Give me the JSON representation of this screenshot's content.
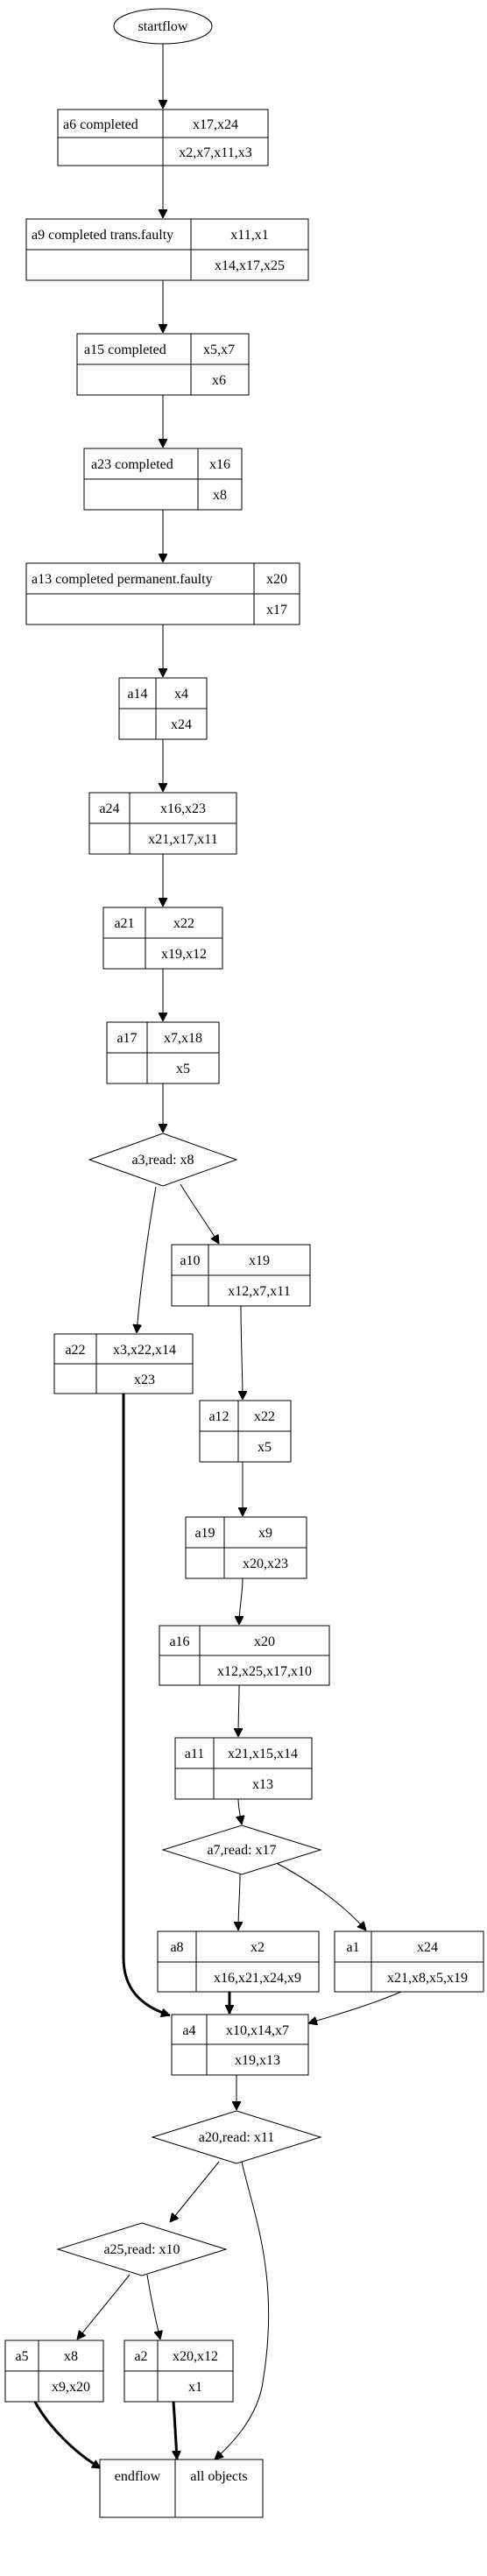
{
  "start": {
    "label": "startflow"
  },
  "nodes": {
    "a6": {
      "name": "a6 completed",
      "top": "x17,x24",
      "bottom": "x2,x7,x11,x3"
    },
    "a9": {
      "name": "a9 completed trans.faulty",
      "top": "x11,x1",
      "bottom": "x14,x17,x25"
    },
    "a15": {
      "name": "a15 completed",
      "top": "x5,x7",
      "bottom": "x6"
    },
    "a23": {
      "name": "a23 completed",
      "top": "x16",
      "bottom": "x8"
    },
    "a13": {
      "name": "a13 completed permanent.faulty",
      "top": "x20",
      "bottom": "x17"
    },
    "a14": {
      "name": "a14",
      "top": "x4",
      "bottom": "x24"
    },
    "a24": {
      "name": "a24",
      "top": "x16,x23",
      "bottom": "x21,x17,x11"
    },
    "a21": {
      "name": "a21",
      "top": "x22",
      "bottom": "x19,x12"
    },
    "a17": {
      "name": "a17",
      "top": "x7,x18",
      "bottom": "x5"
    },
    "a10": {
      "name": "a10",
      "top": "x19",
      "bottom": "x12,x7,x11"
    },
    "a22": {
      "name": "a22",
      "top": "x3,x22,x14",
      "bottom": "x23"
    },
    "a12": {
      "name": "a12",
      "top": "x22",
      "bottom": "x5"
    },
    "a19": {
      "name": "a19",
      "top": "x9",
      "bottom": "x20,x23"
    },
    "a16": {
      "name": "a16",
      "top": "x20",
      "bottom": "x12,x25,x17,x10"
    },
    "a11": {
      "name": "a11",
      "top": "x21,x15,x14",
      "bottom": "x13"
    },
    "a8": {
      "name": "a8",
      "top": "x2",
      "bottom": "x16,x21,x24,x9"
    },
    "a1": {
      "name": "a1",
      "top": "x24",
      "bottom": "x21,x8,x5,x19"
    },
    "a4": {
      "name": "a4",
      "top": "x10,x14,x7",
      "bottom": "x19,x13"
    },
    "a5": {
      "name": "a5",
      "top": "x8",
      "bottom": "x9,x20"
    },
    "a2": {
      "name": "a2",
      "top": "x20,x12",
      "bottom": "x1"
    }
  },
  "decisions": {
    "a3": {
      "label": "a3,read: x8"
    },
    "a7": {
      "label": "a7,read: x17"
    },
    "a20": {
      "label": "a20,read: x11"
    },
    "a25": {
      "label": "a25,read: x10"
    }
  },
  "end": {
    "name": "endflow",
    "label": "all objects"
  }
}
